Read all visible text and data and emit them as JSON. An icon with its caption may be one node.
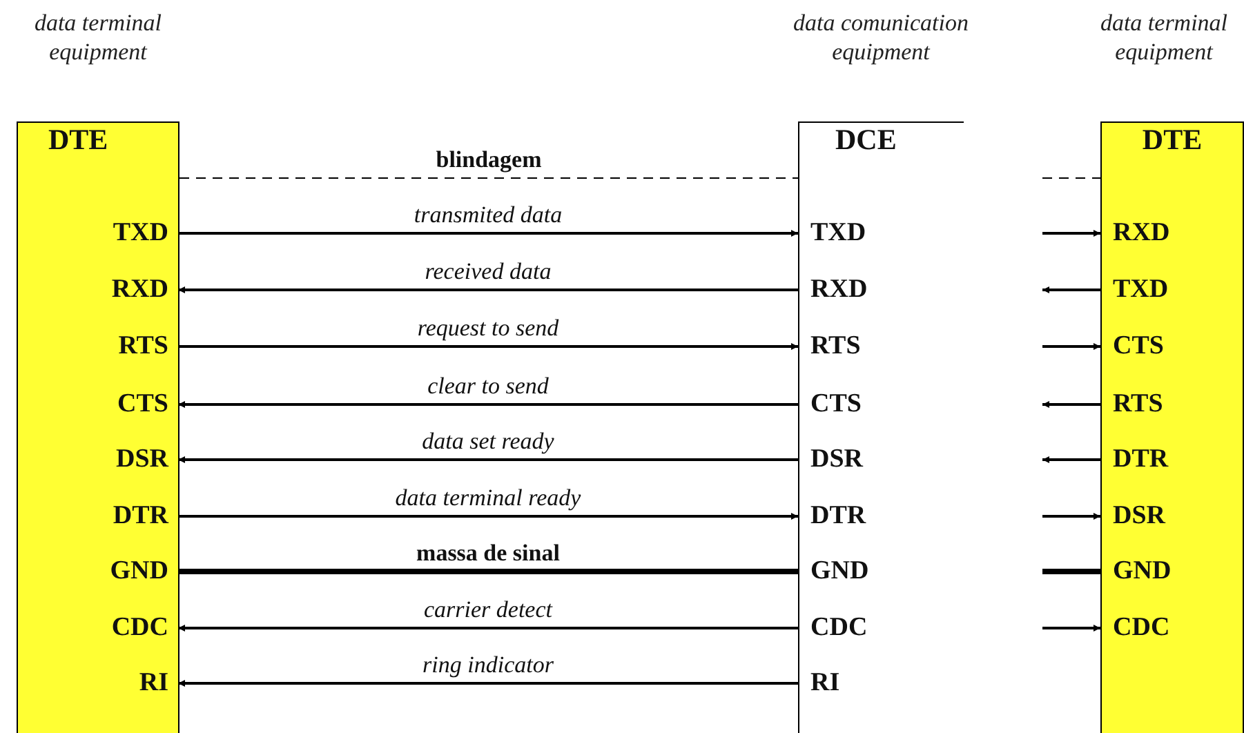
{
  "diagram": {
    "nodes": [
      {
        "text": [
          "DTE"
        ],
        "beside": [
          "data terminal equipment"
        ]
      },
      {
        "text": [
          "TXD"
        ],
        "in": 0
      },
      {
        "text": [
          "RXD"
        ],
        "in": 0
      },
      {
        "text": [
          "RTS"
        ],
        "in": 0
      },
      {
        "text": [
          "CTS"
        ],
        "in": 0
      },
      {
        "text": [
          "DSR"
        ],
        "in": 0
      },
      {
        "text": [
          "DTR"
        ],
        "in": 0
      },
      {
        "text": [
          "GND"
        ],
        "in": 0
      },
      {
        "text": [
          "CDC"
        ],
        "in": 0
      },
      {
        "text": [
          "RI"
        ],
        "in": 0
      },
      {
        "text": [
          "DCE"
        ],
        "beside": [
          "data comunication equipment"
        ]
      },
      {
        "text": [
          "TXD"
        ],
        "in": 10
      },
      {
        "text": [
          "RXD"
        ],
        "in": 10
      },
      {
        "text": [
          "RTS"
        ],
        "in": 10
      },
      {
        "text": [
          "CTS"
        ],
        "in": 10
      },
      {
        "text": [
          "DSR"
        ],
        "in": 10
      },
      {
        "text": [
          "DTR"
        ],
        "in": 10
      },
      {
        "text": [
          "GND"
        ],
        "in": 10
      },
      {
        "text": [
          "CDC"
        ],
        "in": 10
      },
      {
        "text": [
          "RI"
        ],
        "in": 10
      },
      {
        "text": [
          "DTE"
        ],
        "beside": [
          "data terminal equipment"
        ]
      },
      {
        "text": [
          "RXD"
        ],
        "in": 20
      },
      {
        "text": [
          "TXD"
        ],
        "in": 20
      },
      {
        "text": [
          "CTS"
        ],
        "in": 20
      },
      {
        "text": [
          "RTS"
        ],
        "in": 20
      },
      {
        "text": [
          "DTR"
        ],
        "in": 20
      },
      {
        "text": [
          "DSR"
        ],
        "in": 20
      },
      {
        "text": [
          "GND"
        ],
        "in": 20
      },
      {
        "text": [
          "CDC"
        ],
        "in": 20
      }
    ],
    "edges": [
      {
        "from": 0,
        "to": 10,
        "arrow": "none",
        "label": "blindagem",
        "style": "dashed"
      },
      {
        "from": 1,
        "to": 11,
        "arrow": "to",
        "label": "transmited data"
      },
      {
        "from": 12,
        "to": 2,
        "arrow": "to",
        "label": "received data"
      },
      {
        "from": 3,
        "to": 13,
        "arrow": "to",
        "label": "request to send"
      },
      {
        "from": 14,
        "to": 4,
        "arrow": "to",
        "label": "clear to send"
      },
      {
        "from": 15,
        "to": 5,
        "arrow": "to",
        "label": "data set ready"
      },
      {
        "from": 6,
        "to": 16,
        "arrow": "to",
        "label": "data terminal ready"
      },
      {
        "from": 7,
        "to": 17,
        "arrow": "none",
        "label": "massa de sinal",
        "style": "thick"
      },
      {
        "from": 18,
        "to": 8,
        "arrow": "to",
        "label": "carrier detect"
      },
      {
        "from": 19,
        "to": 9,
        "arrow": "to",
        "label": "ring indicator"
      },
      {
        "from": null,
        "to": 20,
        "arrow": "none",
        "style": "dashed"
      },
      {
        "from": null,
        "to": 21,
        "arrow": "to"
      },
      {
        "from": 22,
        "to": null,
        "arrow": "to"
      },
      {
        "from": null,
        "to": 23,
        "arrow": "to"
      },
      {
        "from": 24,
        "to": null,
        "arrow": "to"
      },
      {
        "from": 25,
        "to": null,
        "arrow": "to"
      },
      {
        "from": null,
        "to": 26,
        "arrow": "to"
      },
      {
        "from": null,
        "to": 27,
        "arrow": "none",
        "style": "thick"
      },
      {
        "from": null,
        "to": 28,
        "arrow": "to"
      }
    ]
  }
}
